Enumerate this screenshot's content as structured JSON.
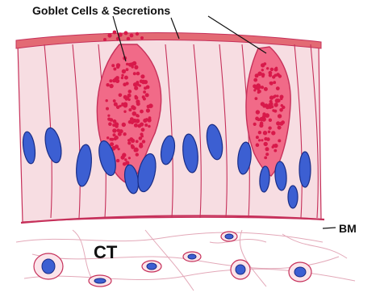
{
  "labels": {
    "goblet": "Goblet Cells & Secretions",
    "bm": "BM",
    "ct": "CT"
  },
  "colors": {
    "epithelium_fill": "#f7dde2",
    "cell_border": "#c6305a",
    "apical_band": "#e36a74",
    "goblet_fill": "#f16a88",
    "goblet_granule": "#d8194a",
    "nucleus_fill": "#3c5fd2",
    "nucleus_outline": "#1a2d86",
    "ct_fiber": "#e3a8b8",
    "leader_line": "#111111"
  }
}
